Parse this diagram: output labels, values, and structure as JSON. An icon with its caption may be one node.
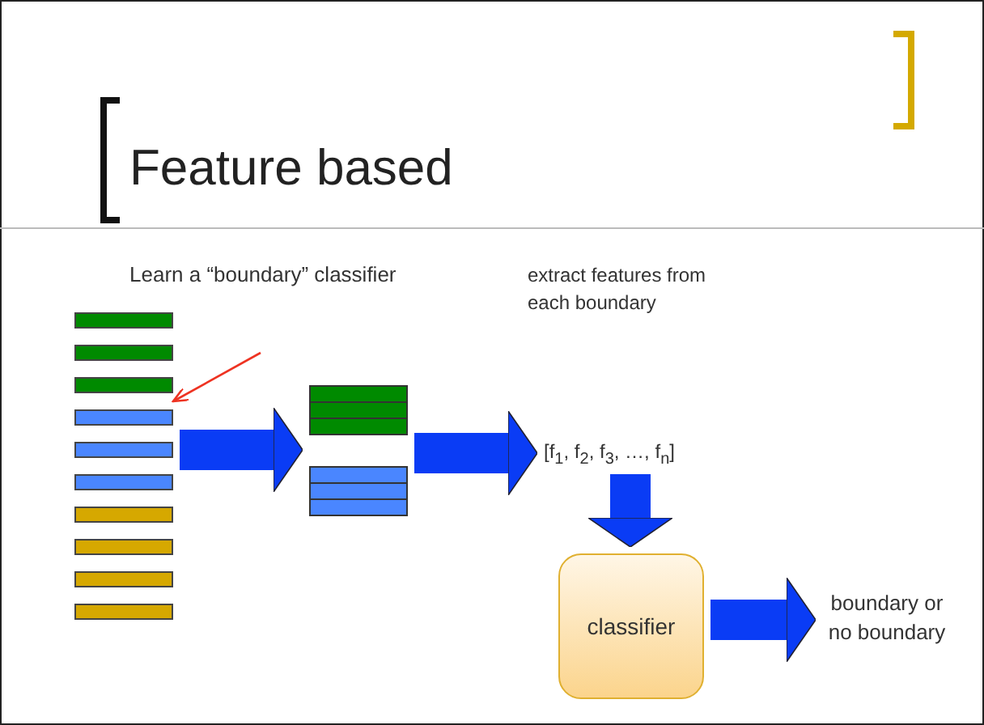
{
  "diagram": {
    "title": "Feature based",
    "nodes": [
      {
        "text": [],
        "shape": "bar"
      },
      {
        "text": [],
        "shape": "bar"
      },
      {
        "text": [
          "[f$_{1}$, f$_{2}$, f$_{3}$, …, f$_{n}$]"
        ]
      },
      {
        "text": [
          "classifier"
        ]
      },
      {
        "text": [
          "boundary or no boundary"
        ]
      }
    ],
    "edges": [
      {
        "from": null,
        "to": 0,
        "arrow": "to",
        "color": "#ee3322"
      },
      {
        "from": 0,
        "to": 1,
        "arrow": "to"
      },
      {
        "from": 1,
        "to": 2,
        "arrow": "to"
      },
      {
        "from": 2,
        "to": 3,
        "arrow": "to"
      },
      {
        "from": 3,
        "to": 4,
        "arrow": "to"
      }
    ],
    "labels": [
      "Learn a “boundary” classifier",
      "extract features from each boundary"
    ]
  }
}
